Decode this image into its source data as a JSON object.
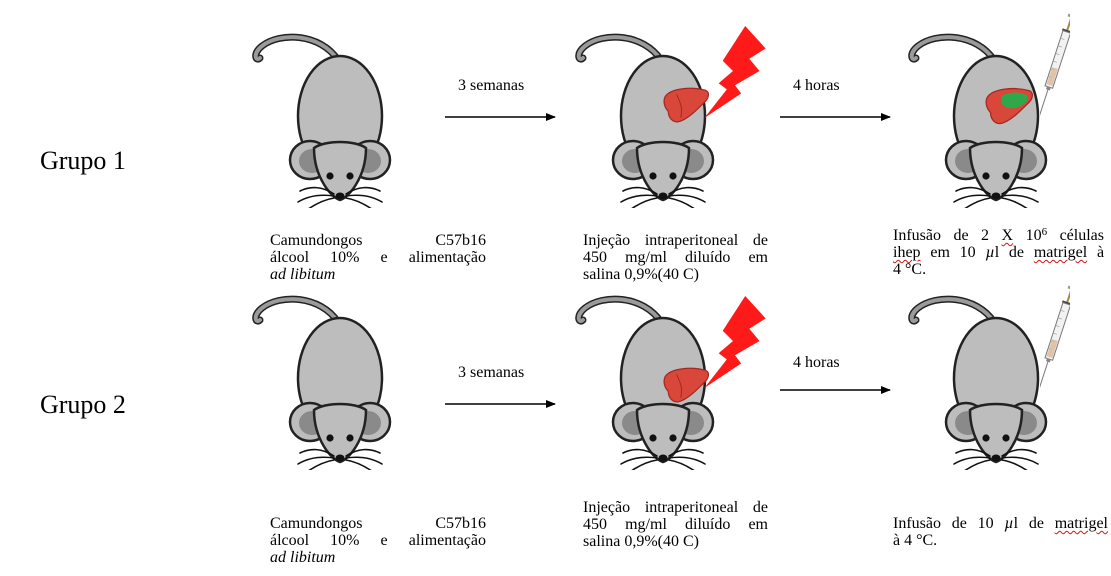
{
  "groups": [
    {
      "label": "Grupo 1",
      "arrow1_label": "3 semanas",
      "arrow2_label": "4 horas",
      "caption1": {
        "line1_left": "Camundongos",
        "line1_right": "C57b16",
        "line2": "álcool 10% e alimentação",
        "line3": "ad libitum"
      },
      "caption2": {
        "line1": "Injeção intraperitoneal de",
        "line2": "450 mg/ml diluído em",
        "line3": "salina 0,9%(40 C)"
      },
      "caption3": {
        "l1a": "Infusão de 2",
        "l1b": "X",
        "l1c": "10",
        "l1sup": "6",
        "l1d": "células",
        "l2a": "ihep",
        "l2b": "em 10",
        "l2mu": "µ",
        "l2c": "l de",
        "l2d": "matrigel",
        "l2e": "à",
        "l3": "4 °C."
      }
    },
    {
      "label": "Grupo 2",
      "arrow1_label": "3 semanas",
      "arrow2_label": "4 horas",
      "caption1": {
        "line1_left": "Camundongos",
        "line1_right": "C57b16",
        "line2": "álcool 10% e alimentação",
        "line3": "ad libitum"
      },
      "caption2": {
        "line1": "Injeção intraperitoneal de",
        "line2": "450 mg/ml diluído em",
        "line3": "salina 0,9%(40 C)"
      },
      "caption3": {
        "l1a": "Infusão de 10",
        "l1mu": "µ",
        "l1b": "l de",
        "l1c": "matrigel",
        "l2": "à 4 °C."
      }
    }
  ],
  "colors": {
    "mouse_body": "#bdbdbd",
    "mouse_dark": "#8a8a8a",
    "liver": "#d9473a",
    "liver_green": "#2ea84a",
    "lightning": "#ff1a1a",
    "arrow": "#000000"
  },
  "icons": {
    "mouse": "mouse-icon",
    "liver": "liver-icon",
    "lightning": "lightning-bolt-icon",
    "syringe": "syringe-icon"
  }
}
